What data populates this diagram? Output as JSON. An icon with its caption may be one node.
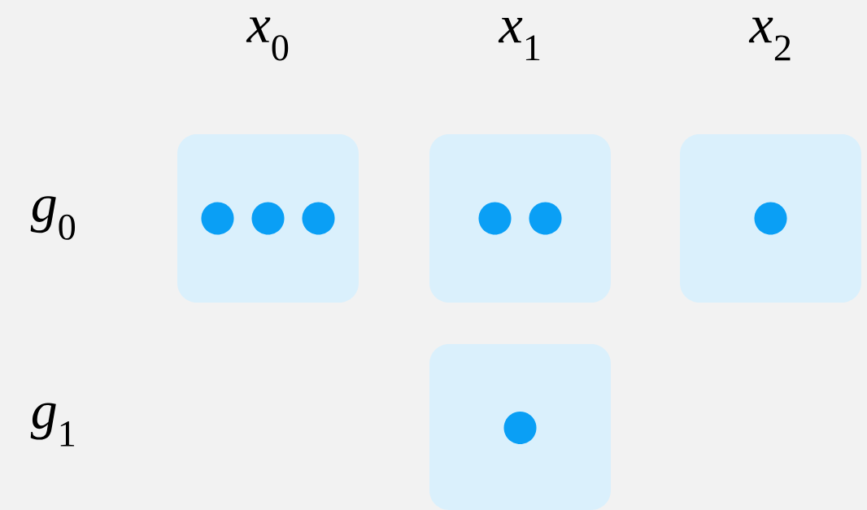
{
  "diagram": {
    "nodes": [
      {
        "text": [],
        "shape": "box"
      },
      {
        "text": [],
        "shape": "circle",
        "in": 0
      },
      {
        "text": [],
        "shape": "circle",
        "in": 0
      },
      {
        "text": [],
        "shape": "circle",
        "in": 0
      },
      {
        "text": [],
        "shape": "box"
      },
      {
        "text": [],
        "shape": "circle",
        "in": 4
      },
      {
        "text": [],
        "shape": "circle",
        "in": 4
      },
      {
        "text": [],
        "shape": "box"
      },
      {
        "text": [],
        "shape": "circle",
        "in": 7
      },
      {
        "text": [],
        "shape": "box"
      },
      {
        "text": [],
        "shape": "circle",
        "in": 9
      }
    ],
    "labels": [
      "*x*$_{0}$",
      "*x*$_{1}$",
      "*x*$_{2}$",
      "*g*$_{0}$",
      "*g*$_{1}$"
    ]
  }
}
